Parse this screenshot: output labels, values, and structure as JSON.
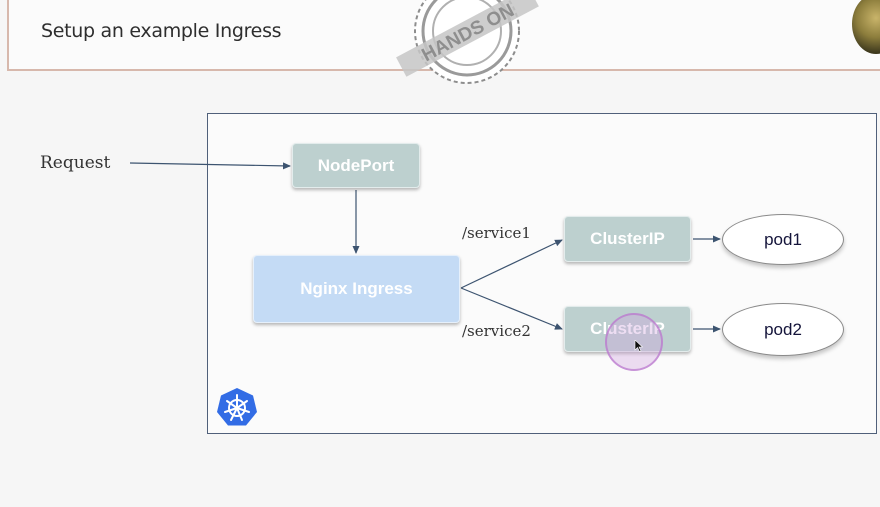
{
  "header": {
    "title": "Setup an example Ingress"
  },
  "stamp": {
    "text": "HANDS ON"
  },
  "diagram": {
    "request_label": "Request",
    "nodeport_label": "NodePort",
    "ingress_label": "Nginx Ingress",
    "routes": [
      {
        "path": "/service1",
        "service": "ClusterIP",
        "pod": "pod1"
      },
      {
        "path": "/service2",
        "service": "ClusterIP",
        "pod": "pod2"
      }
    ]
  },
  "colors": {
    "service_box": "#bdd0cf",
    "ingress_box": "#c4dbf5",
    "panel_border": "#50607a",
    "arrow": "#3d5470",
    "k8s_logo": "#326ce5"
  }
}
